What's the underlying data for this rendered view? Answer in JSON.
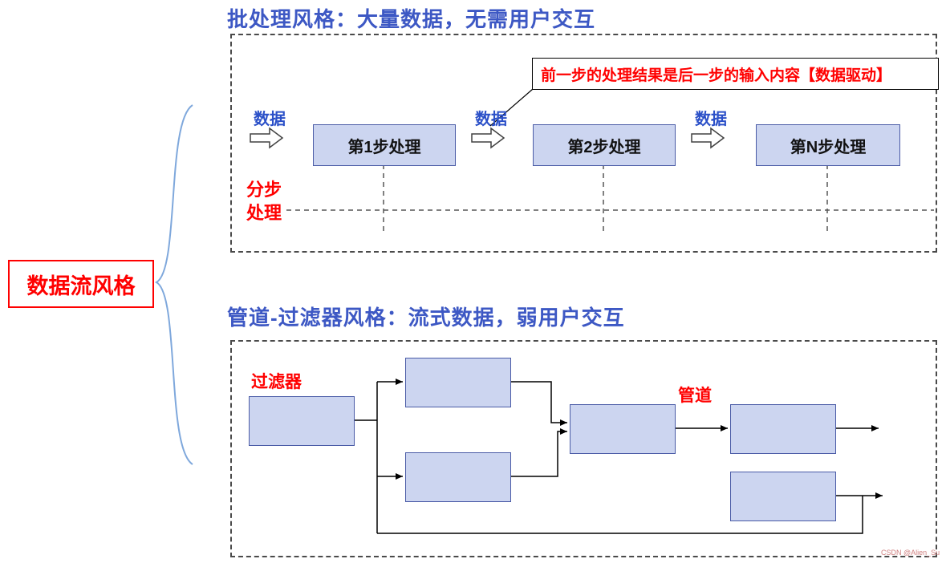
{
  "colors": {
    "title_blue": "#3d58c4",
    "data_label_blue": "#2b50c8",
    "red": "#ff0000",
    "box_fill": "#ccd5f0",
    "box_border": "#4a5ba6",
    "brace_blue": "#7fa8dc",
    "dash_gray": "#4a4a4a"
  },
  "root_label": "数据流风格",
  "batch_section": {
    "title": "批处理风格：大量数据，无需用户交互",
    "annotation": "前一步的处理结果是后一步的输入内容【数据驱动】",
    "flow": [
      {
        "data_label": "数据",
        "step": "第1步处理"
      },
      {
        "data_label": "数据",
        "step": "第2步处理"
      },
      {
        "data_label": "数据",
        "step": "第N步处理"
      }
    ],
    "side_note": {
      "line1": "分步",
      "line2": "处理"
    }
  },
  "pipe_section": {
    "title": "管道-过滤器风格：流式数据，弱用户交互",
    "filter_label": "过滤器",
    "pipe_label": "管道"
  },
  "watermark": "CSDN @Alien_Su"
}
